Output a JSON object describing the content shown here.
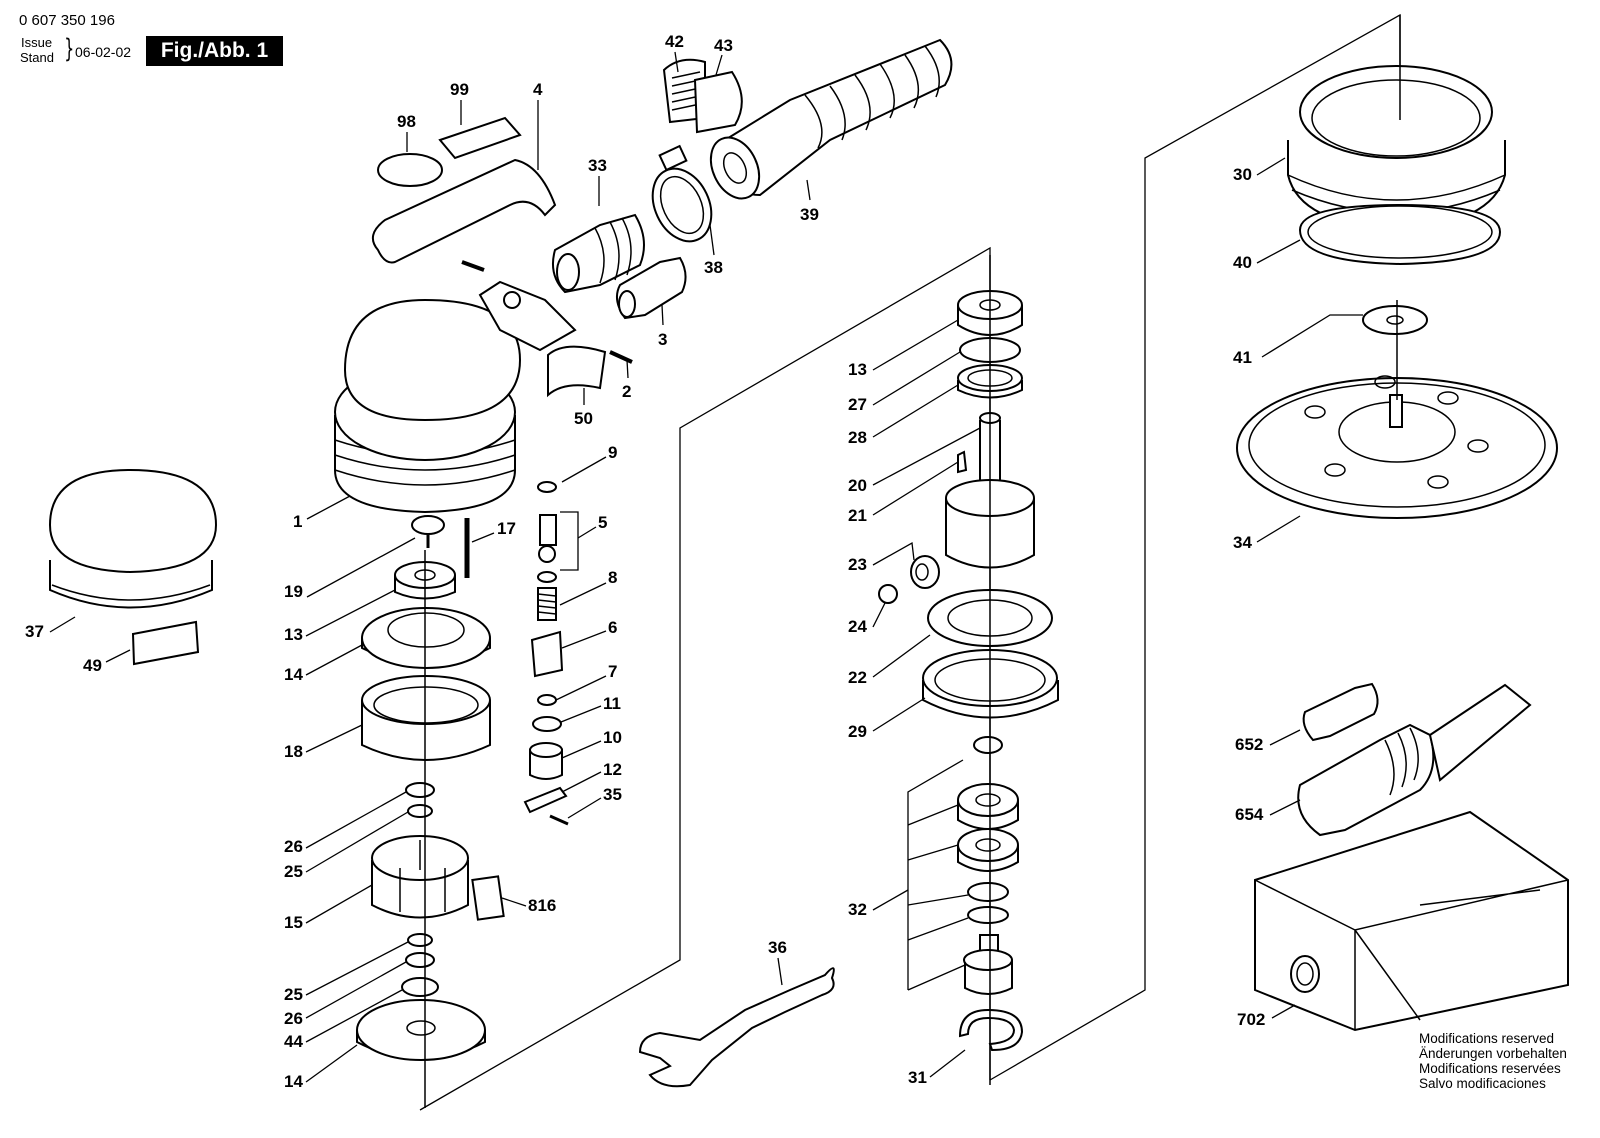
{
  "header": {
    "doc_number": "0 607 350 196",
    "issue_label": "Issue",
    "stand_label": "Stand",
    "date": "06-02-02",
    "figure_label": "Fig./Abb. 1"
  },
  "labels": {
    "l42": "42",
    "l43": "43",
    "l99": "99",
    "l4": "4",
    "l98": "98",
    "l33": "33",
    "l39": "39",
    "l38": "38",
    "l3": "3",
    "l2": "2",
    "l50": "50",
    "l9": "9",
    "l1": "1",
    "l17": "17",
    "l5": "5",
    "l19": "19",
    "l8": "8",
    "l13a": "13",
    "l6": "6",
    "l14a": "14",
    "l7": "7",
    "l11": "11",
    "l18": "18",
    "l10": "10",
    "l12": "12",
    "l35": "35",
    "l26a": "26",
    "l25a": "25",
    "l15": "15",
    "l816": "816",
    "l25b": "25",
    "l26b": "26",
    "l44": "44",
    "l14b": "14",
    "l37": "37",
    "l49": "49",
    "l13b": "13",
    "l27": "27",
    "l28": "28",
    "l20": "20",
    "l21": "21",
    "l23": "23",
    "l24": "24",
    "l22": "22",
    "l29": "29",
    "l32": "32",
    "l36": "36",
    "l31": "31",
    "l30": "30",
    "l40": "40",
    "l41": "41",
    "l34": "34",
    "l652": "652",
    "l654": "654",
    "l702": "702"
  },
  "notes": [
    "Modifications reserved",
    "Änderungen vorbehalten",
    "Modifications reservées",
    "Salvo modificaciones"
  ]
}
